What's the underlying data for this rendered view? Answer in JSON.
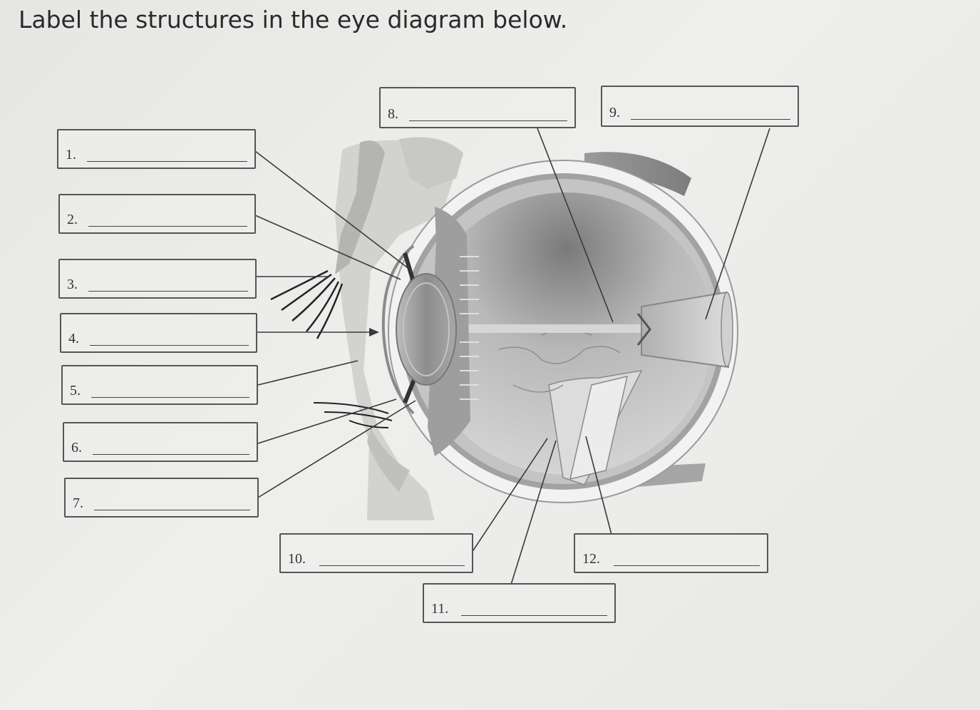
{
  "title": "Label the structures in the eye diagram below.",
  "labels": [
    {
      "id": "1",
      "text": "1."
    },
    {
      "id": "2",
      "text": "2."
    },
    {
      "id": "3",
      "text": "3."
    },
    {
      "id": "4",
      "text": "4."
    },
    {
      "id": "5",
      "text": "5."
    },
    {
      "id": "6",
      "text": "6."
    },
    {
      "id": "7",
      "text": "7."
    },
    {
      "id": "8",
      "text": "8."
    },
    {
      "id": "9",
      "text": "9."
    },
    {
      "id": "10",
      "text": "10."
    },
    {
      "id": "11",
      "text": "11."
    },
    {
      "id": "12",
      "text": "12."
    }
  ]
}
